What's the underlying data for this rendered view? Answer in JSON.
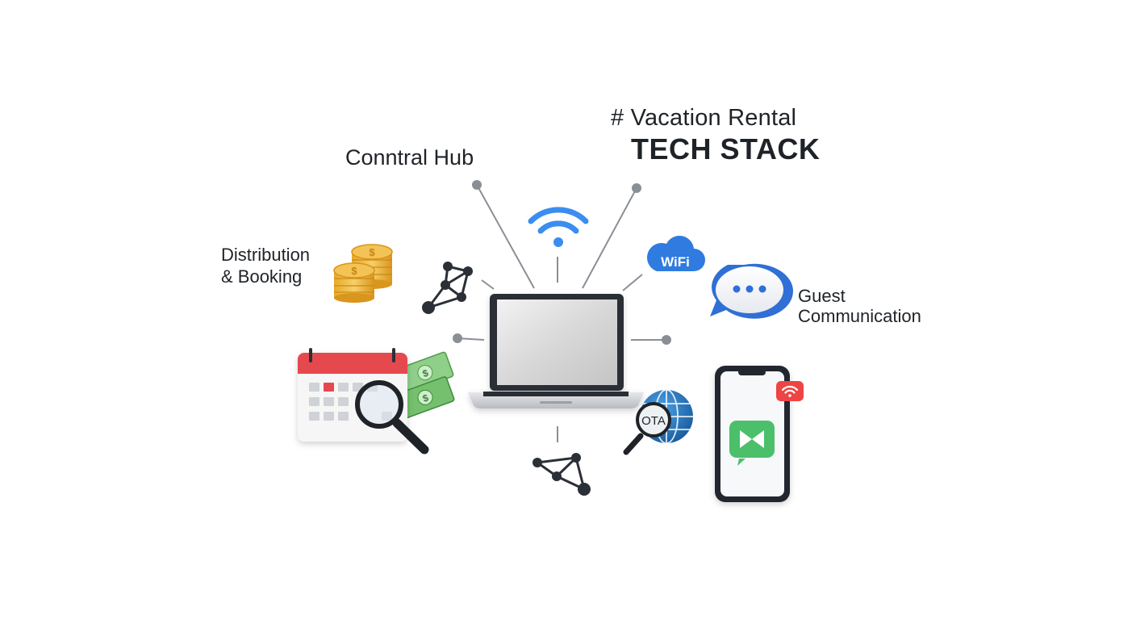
{
  "title": {
    "line1": "# Vacation Rental",
    "line2": "TECH STACK"
  },
  "labels": {
    "central_hub": "Conntral Hub",
    "distribution_line1": "Distribution",
    "distribution_line2": "& Booking",
    "guest_line1": "Guest",
    "guest_line2": "Communication",
    "wifi_badge": "WiFi",
    "ota_badge": "OTA"
  },
  "colors": {
    "text": "#1f2328",
    "connector": "#8a8f96",
    "wifi_blue": "#3b82f6",
    "calendar_red": "#e5484d",
    "coin_gold": "#e9b23c",
    "cash_green": "#5fae5a",
    "chat_blue": "#2f6fd6",
    "app_green": "#4cbf6b",
    "notif_red": "#ef4444",
    "globe_blue": "#1f6fb8"
  },
  "icons": [
    "laptop-icon",
    "wifi-icon",
    "cloud-wifi-icon",
    "chat-bubble-icon",
    "smartphone-icon",
    "globe-ota-icon",
    "calendar-search-icon",
    "coins-icon",
    "cash-icon",
    "network-graph-icon"
  ]
}
